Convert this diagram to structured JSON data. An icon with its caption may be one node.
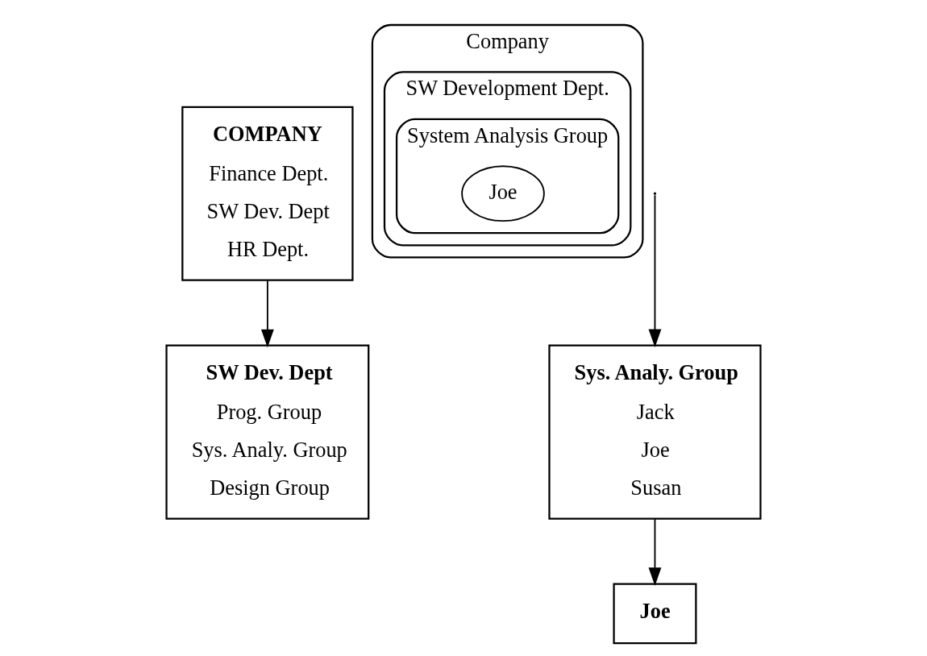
{
  "diagram": {
    "nodes": [
      {
        "text": [
          "COMPANY",
          "Finance Dept.",
          "SW Dev. Dept",
          "HR Dept."
        ]
      },
      {
        "text": [
          "Company"
        ]
      },
      {
        "text": [
          "SW Development Dept."
        ],
        "in": 1
      },
      {
        "text": [
          "System Analysis Group"
        ],
        "in": 2
      },
      {
        "text": [
          "Joe"
        ],
        "in": 3
      },
      {
        "text": [
          "SW Dev. Dept",
          "Prog. Group",
          "Sys. Analy. Group",
          "Design Group"
        ]
      },
      {
        "text": [
          "Sys. Analy. Group",
          "Jack",
          "Joe",
          "Susan"
        ]
      },
      {
        "text": [
          "Joe"
        ]
      }
    ],
    "edges": [
      {
        "from": 0,
        "to": 5,
        "arrow": "to"
      },
      {
        "from": null,
        "to": 6,
        "arrow": "to"
      },
      {
        "from": 6,
        "to": 7,
        "arrow": "to"
      }
    ]
  }
}
